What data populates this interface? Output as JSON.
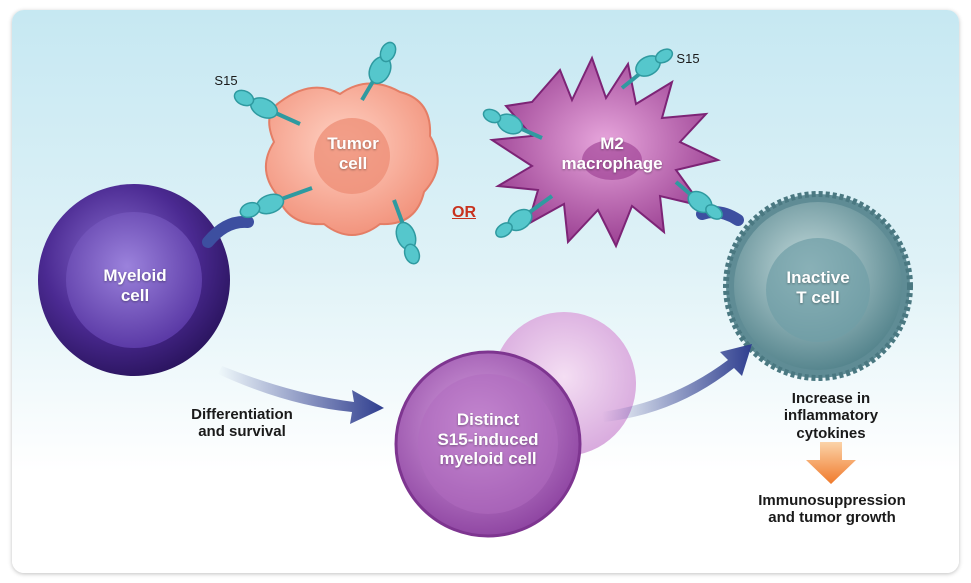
{
  "labels": {
    "s15_left": "S15",
    "s15_right": "S15",
    "tumor_cell": "Tumor\ncell",
    "or": "OR",
    "m2_macrophage": "M2\nmacrophage",
    "myeloid_cell": "Myeloid\ncell",
    "inactive_t_cell": "Inactive\nT cell",
    "differentiation": "Differentiation\nand survival",
    "distinct_cell": "Distinct\nS15-induced\nmyeloid cell",
    "increase": "Increase in\ninflammatory\ncytokines",
    "outcome": "Immunosuppression\nand tumor growth"
  },
  "colors": {
    "myeloid": "#4b2a92",
    "tumor": "#f3a08c",
    "macrophage": "#b04fa3",
    "distinct": "#a65db3",
    "tcell": "#6f9ea6",
    "receptor": "#55c7cc",
    "arrow": "#2f3e8f",
    "outcome_arrow": "#f08a3c",
    "or_text": "#c8321e"
  }
}
